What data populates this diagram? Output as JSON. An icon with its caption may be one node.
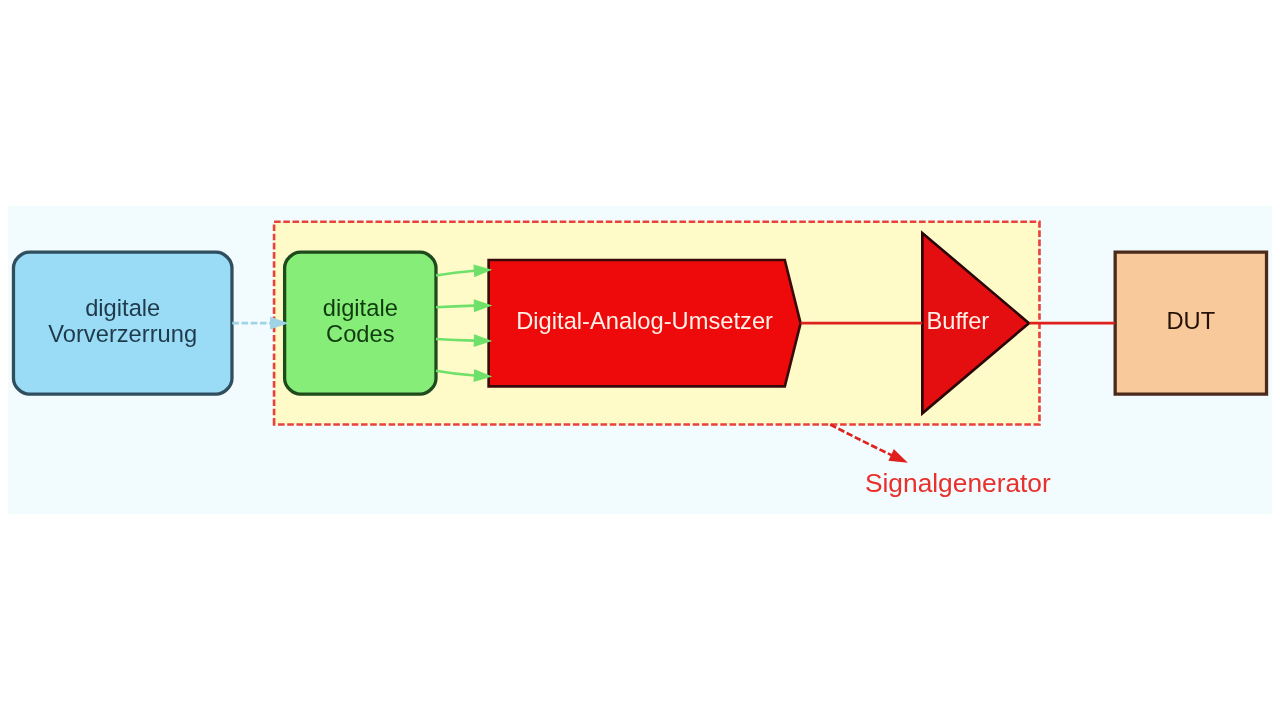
{
  "diagram": {
    "nodes": [
      {
        "text": [
          "digitale Vorverzerrung"
        ]
      },
      {
        "text": [],
        "shape": "box"
      },
      {
        "text": [
          "digitale Codes"
        ],
        "in": 1
      },
      {
        "text": [
          "Digital-Analog-Umsetzer"
        ],
        "in": 1
      },
      {
        "text": [
          "Buffer"
        ],
        "in": 1
      },
      {
        "text": [
          "DUT"
        ]
      },
      {
        "text": [
          "Signalgenerator"
        ]
      }
    ],
    "edges": [
      {
        "from": 0,
        "to": 2,
        "arrow": "to",
        "style": "dashed",
        "color": "#9fd3e6"
      },
      {
        "from": 2,
        "to": 3,
        "arrow": "to"
      },
      {
        "from": 2,
        "to": 3,
        "arrow": "to"
      },
      {
        "from": 2,
        "to": 3,
        "arrow": "to"
      },
      {
        "from": 2,
        "to": 3,
        "arrow": "to"
      },
      {
        "from": 3,
        "to": 4,
        "arrow": "none",
        "color": "#e0201c"
      },
      {
        "from": 4,
        "to": 5,
        "arrow": "none",
        "color": "#e0201c"
      },
      {
        "from": 1,
        "to": 6,
        "arrow": "to",
        "style": "dashed",
        "color": "#e0201c"
      }
    ]
  }
}
